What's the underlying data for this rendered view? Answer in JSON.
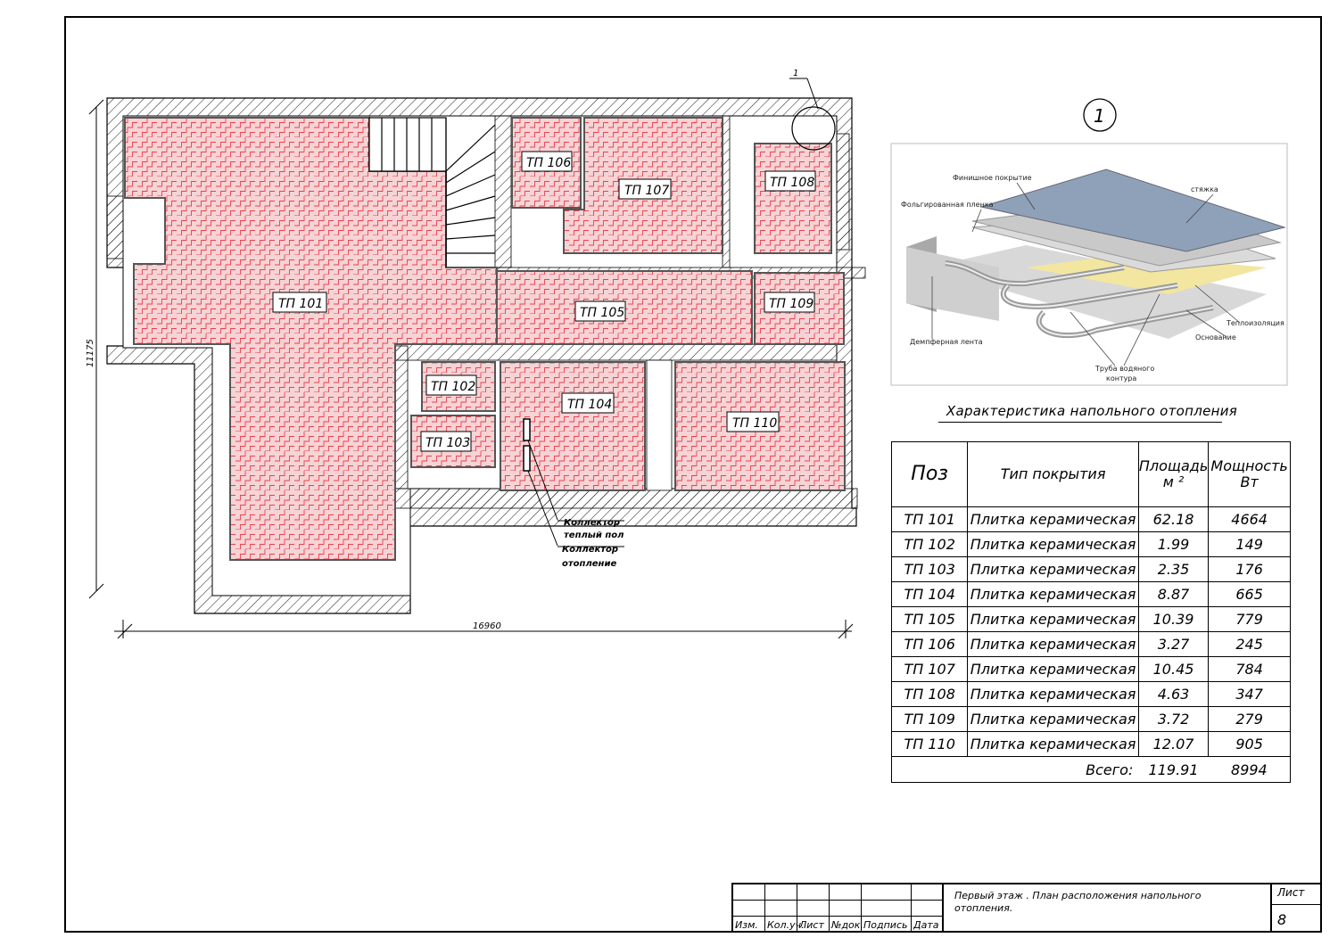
{
  "plan": {
    "rooms": [
      {
        "id": "ТП 101",
        "label": "ТП 101"
      },
      {
        "id": "ТП 102",
        "label": "ТП 102"
      },
      {
        "id": "ТП 103",
        "label": "ТП 103"
      },
      {
        "id": "ТП 104",
        "label": "ТП 104"
      },
      {
        "id": "ТП 105",
        "label": "ТП 105"
      },
      {
        "id": "ТП 106",
        "label": "ТП 106"
      },
      {
        "id": "ТП 107",
        "label": "ТП 107"
      },
      {
        "id": "ТП 108",
        "label": "ТП 108"
      },
      {
        "id": "ТП 109",
        "label": "ТП 109"
      },
      {
        "id": "ТП 110",
        "label": "ТП 110"
      }
    ],
    "dim_width": "16960",
    "dim_height": "11175",
    "callout": "1",
    "collector_floor_line1": "Коллектор",
    "collector_floor_line2": "теплый пол",
    "collector_heating_line1": "Коллектор",
    "collector_heating_line2": "отопление",
    "heated_fill_color": "#f4c7c9",
    "pattern_color": "#e8414e"
  },
  "detail": {
    "number": "1",
    "labels": {
      "finish": "Финишное покрытие",
      "screed": "стяжка",
      "foil": "Фольгированная пленка",
      "insulation": "Теплоизоляция",
      "base": "Основание",
      "damper": "Демпферная лента",
      "pipe_line1": "Труба водяного",
      "pipe_line2": "контура"
    }
  },
  "spec": {
    "title": "Характеристика напольного отопления",
    "headers": {
      "pos": "Поз",
      "type": "Тип покрытия",
      "area_line1": "Площадь",
      "area_line2": "м ²",
      "power_line1": "Мощность",
      "power_line2": "Вт"
    },
    "rows": [
      {
        "pos": "ТП 101",
        "type": "Плитка керамическая",
        "area": "62.18",
        "power": "4664"
      },
      {
        "pos": "ТП 102",
        "type": "Плитка керамическая",
        "area": "1.99",
        "power": "149"
      },
      {
        "pos": "ТП 103",
        "type": "Плитка керамическая",
        "area": "2.35",
        "power": "176"
      },
      {
        "pos": "ТП 104",
        "type": "Плитка керамическая",
        "area": "8.87",
        "power": "665"
      },
      {
        "pos": "ТП 105",
        "type": "Плитка керамическая",
        "area": "10.39",
        "power": "779"
      },
      {
        "pos": "ТП 106",
        "type": "Плитка керамическая",
        "area": "3.27",
        "power": "245"
      },
      {
        "pos": "ТП 107",
        "type": "Плитка керамическая",
        "area": "10.45",
        "power": "784"
      },
      {
        "pos": "ТП 108",
        "type": "Плитка керамическая",
        "area": "4.63",
        "power": "347"
      },
      {
        "pos": "ТП 109",
        "type": "Плитка керамическая",
        "area": "3.72",
        "power": "279"
      },
      {
        "pos": "ТП 110",
        "type": "Плитка керамическая",
        "area": "12.07",
        "power": "905"
      }
    ],
    "total_label": "Всего:",
    "total_area": "119.91",
    "total_power": "8994"
  },
  "title_block": {
    "cols": [
      "Изм.",
      "Кол.уч.",
      "Лист",
      "№док.",
      "Подпись",
      "Дата"
    ],
    "title_line1": "Первый этаж . План расположения напольного",
    "title_line2": "отопления.",
    "sheet_label": "Лист",
    "sheet_number": "8"
  }
}
